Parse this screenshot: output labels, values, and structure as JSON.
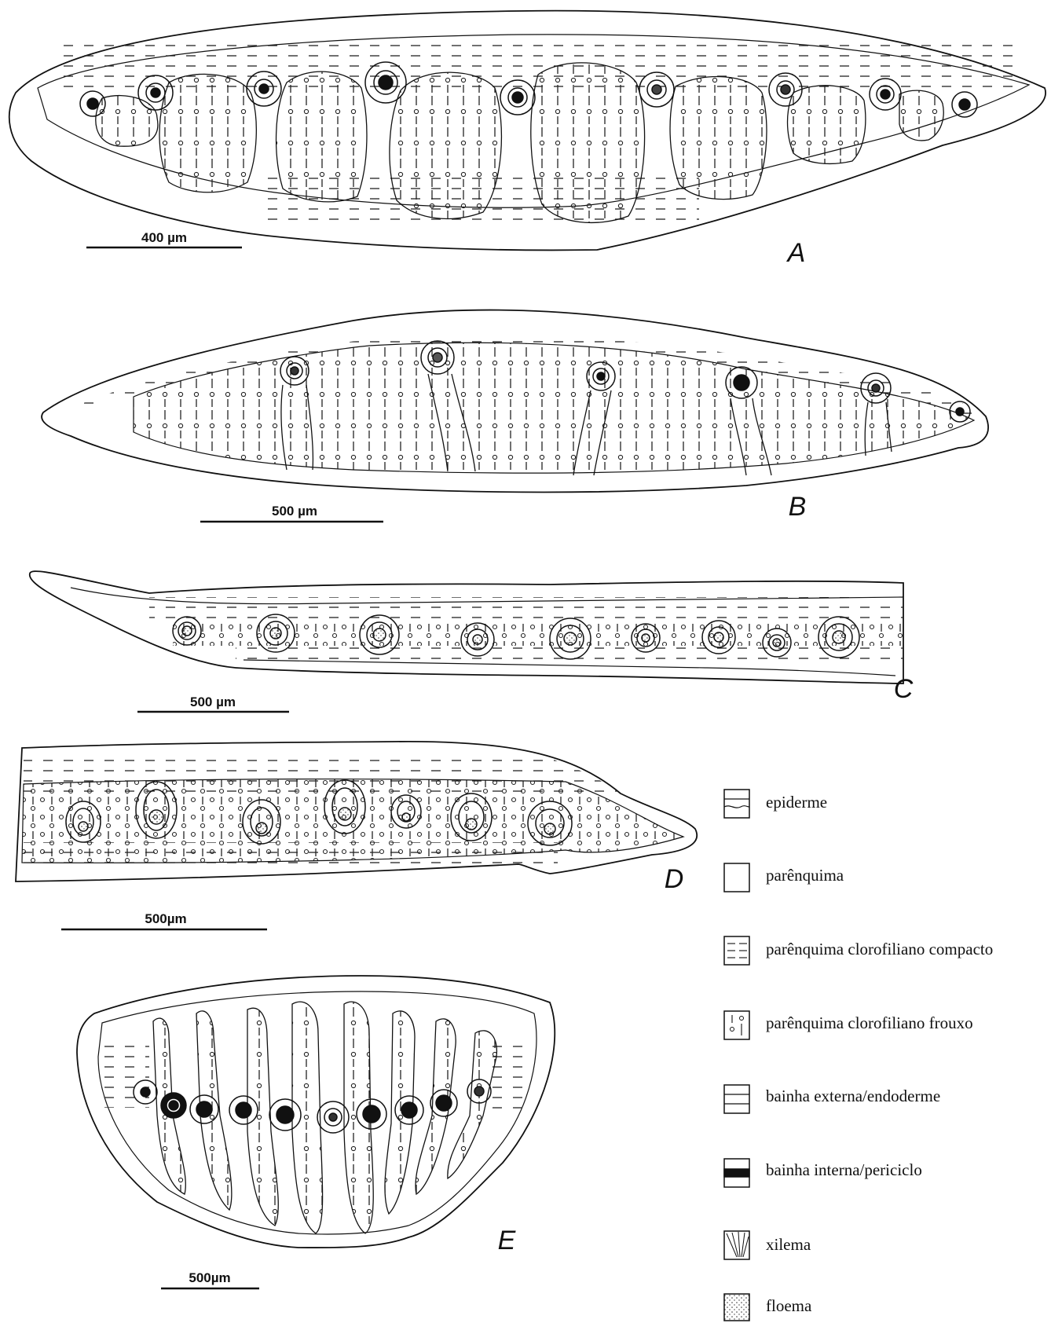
{
  "panels": [
    {
      "letter": "A",
      "scale": "400 µm"
    },
    {
      "letter": "B",
      "scale": "500 µm"
    },
    {
      "letter": "C",
      "scale": "500 µm"
    },
    {
      "letter": "D",
      "scale": "500µm"
    },
    {
      "letter": "E",
      "scale": "500µm"
    }
  ],
  "legend": [
    {
      "label": "epiderme",
      "swatch": "epiderme"
    },
    {
      "label": "parênquima",
      "swatch": "parenquima"
    },
    {
      "label": "parênquima clorofiliano compacto",
      "swatch": "compacto"
    },
    {
      "label": "parênquima clorofiliano frouxo",
      "swatch": "frouxo"
    },
    {
      "label": "bainha externa/endoderme",
      "swatch": "endoderme"
    },
    {
      "label": "bainha interna/periciclo",
      "swatch": "periciclo"
    },
    {
      "label": "xilema",
      "swatch": "xilema"
    },
    {
      "label": "floema",
      "swatch": "floema"
    }
  ]
}
